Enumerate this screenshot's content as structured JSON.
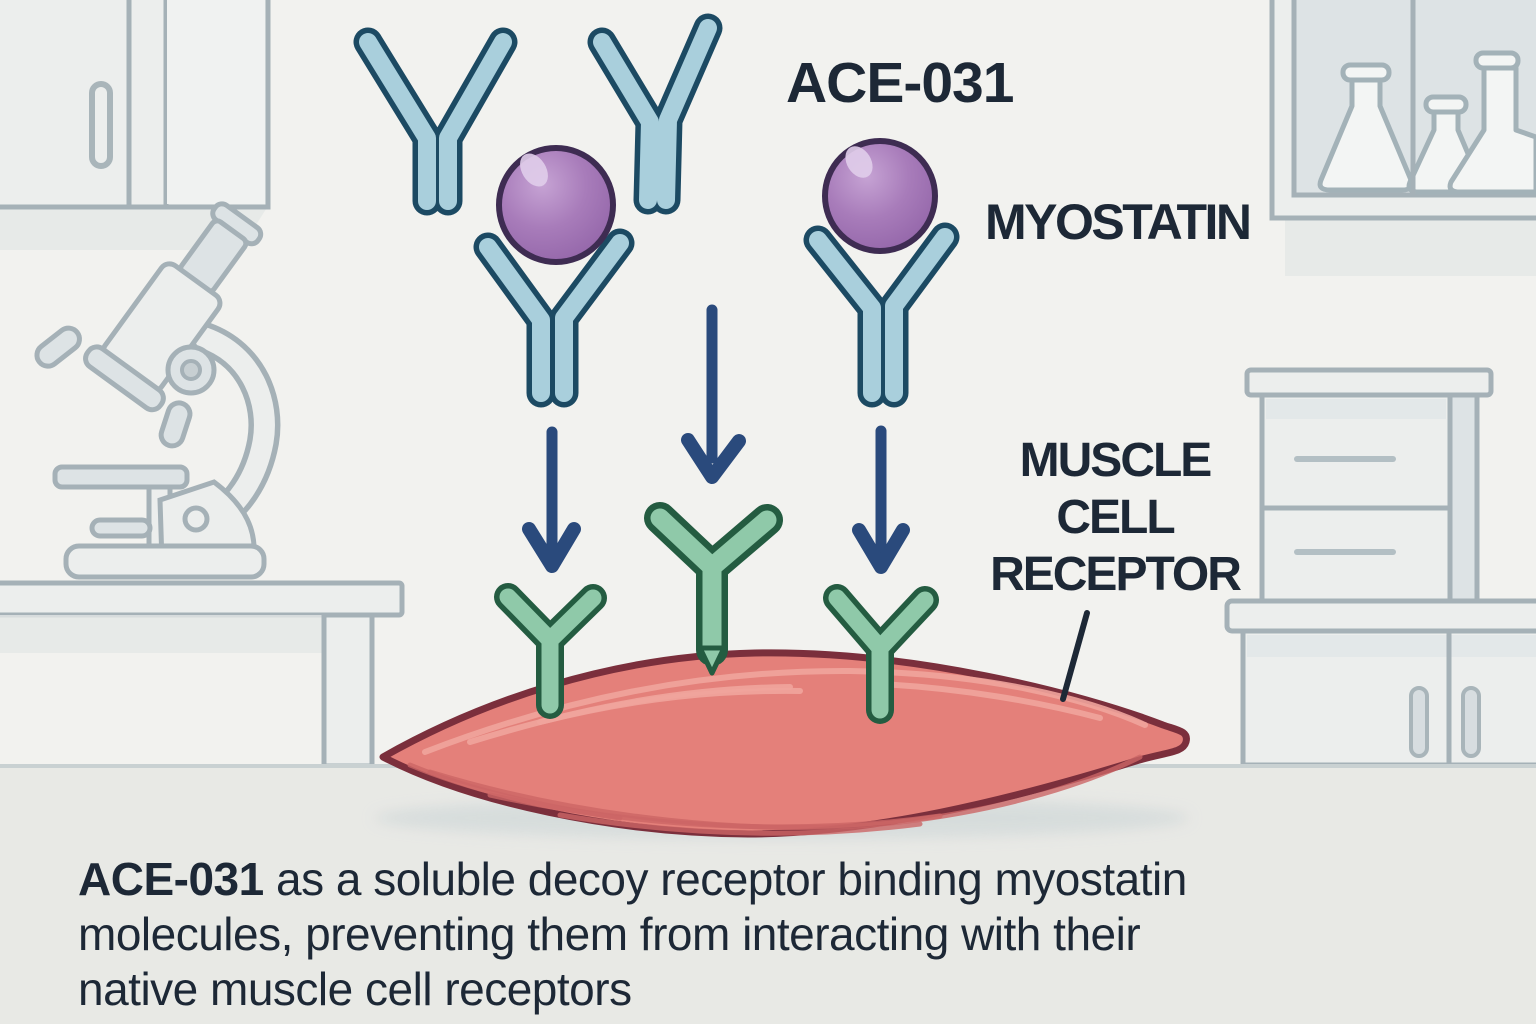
{
  "labels": {
    "ace031": "ACE-031",
    "myostatin": "MYOSTATIN",
    "muscle_cell_receptor": {
      "lines": [
        "MUSCLE",
        "CELL",
        "RECEPTOR"
      ]
    }
  },
  "caption": {
    "bold": "ACE-031",
    "rest": " as a soluble decoy receptor binding myostatin\nmolecules, preventing them from interacting with their\nnative muscle cell receptors"
  },
  "icons": {
    "antibody": "light-blue Y-shaped antibody (ACE-031)",
    "myostatin_sphere": "purple sphere (myostatin molecule)",
    "receptor": "green Y-shaped muscle cell receptor",
    "down_arrow": "navy downward arrow",
    "muscle": "red spindle-shaped muscle fiber",
    "microscope": "gray lab microscope",
    "flask_shelf": "wall shelf with Erlenmeyer flasks",
    "wall_cabinet": "wall cabinet with handle",
    "drawer_cabinet": "drawer unit on lab counter"
  },
  "colors": {
    "bg": "#f2f2ef",
    "text": "#1d2836",
    "antibody-fill": "#a9cfdc",
    "antibody-outline": "#1c4a63",
    "myostatin-fill": "#a574b8",
    "myostatin-outline": "#3e2c52",
    "receptor-fill": "#8fc9a9",
    "receptor-outline": "#245c41",
    "arrow": "#2a4a7c",
    "muscle-fill": "#e4807a",
    "muscle-outline": "#7b2f3c",
    "muscle-stripe-light": "#f0a49c",
    "muscle-stripe-dark": "#cc6565",
    "furniture-fill": "#eceeed",
    "furniture-dark": "#dde3e5",
    "furniture-stroke": "#a5b1b7",
    "floor": "#e8e9e5"
  }
}
